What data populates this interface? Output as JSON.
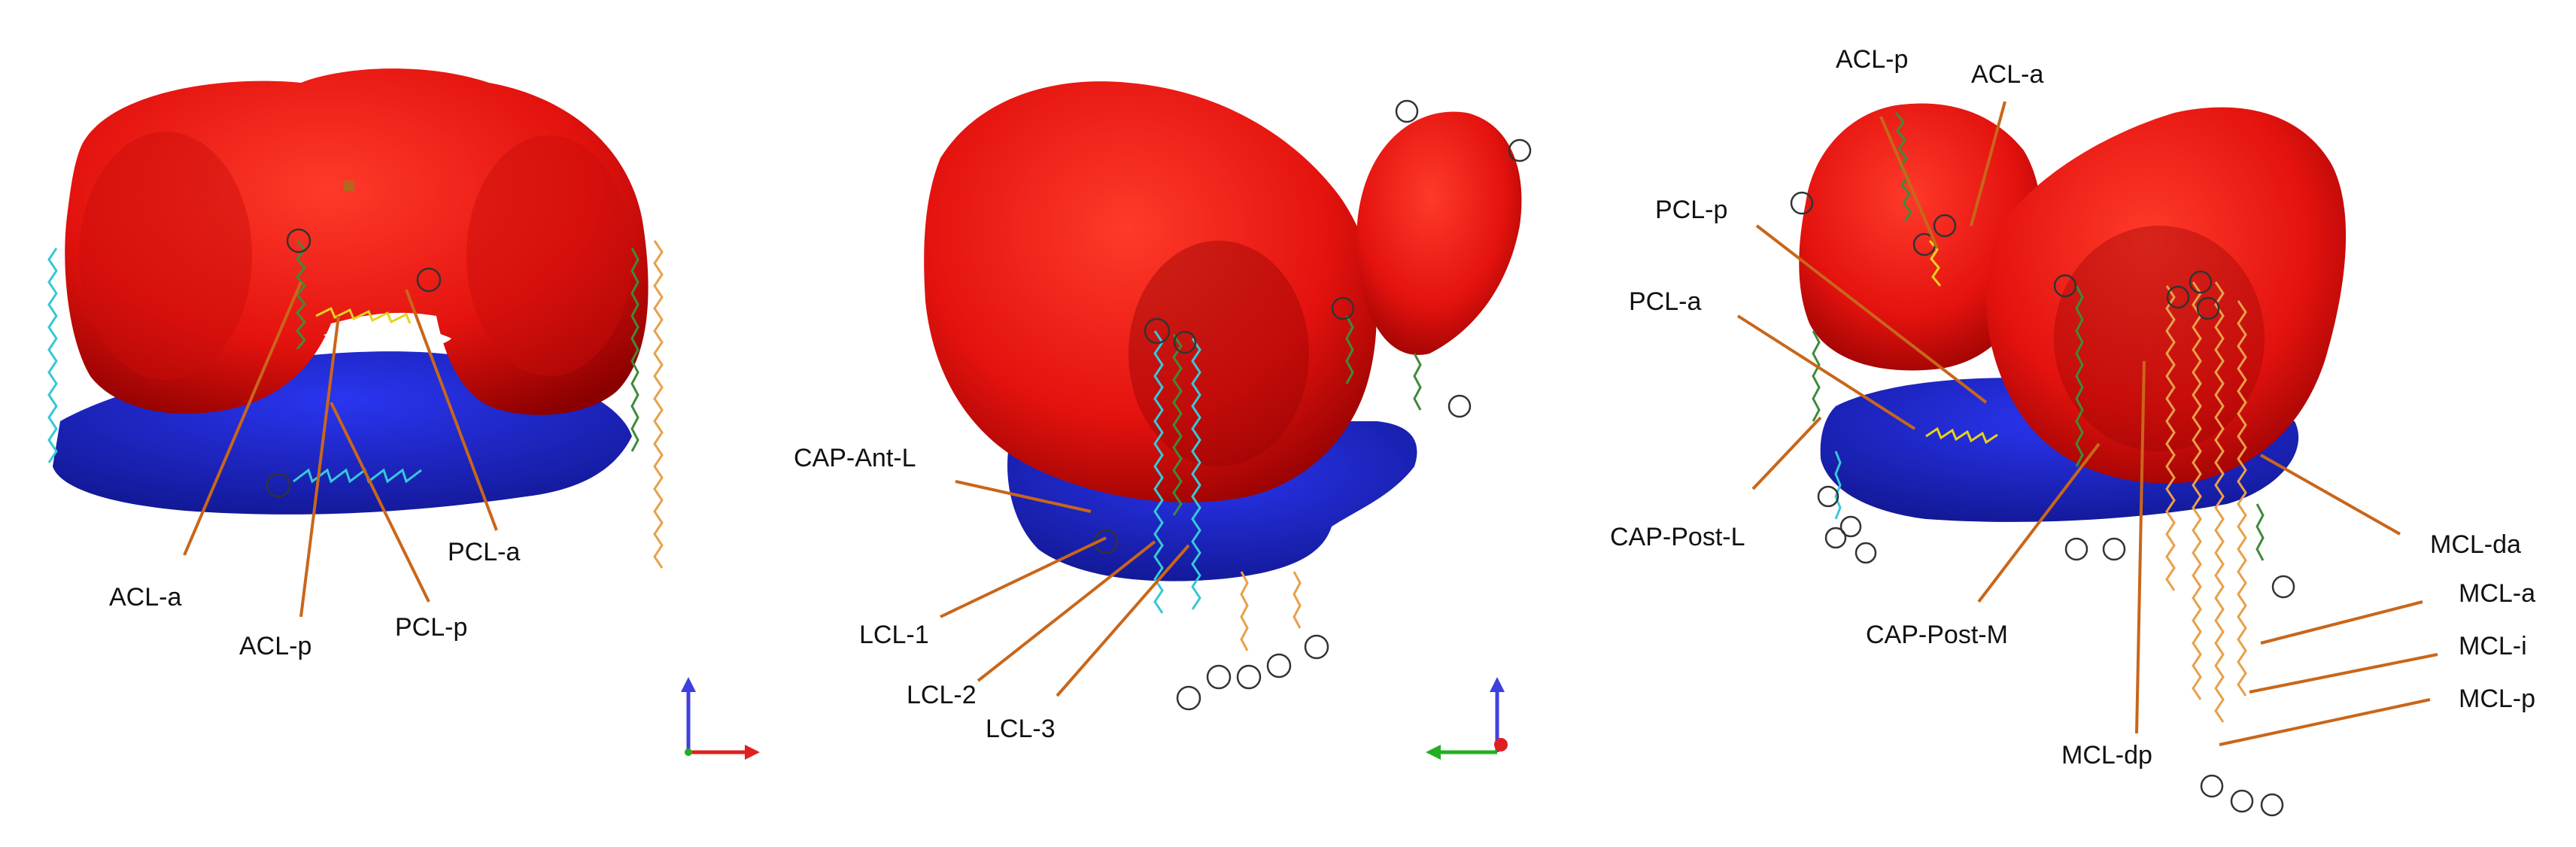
{
  "colors": {
    "femur": "#e3120e",
    "femur_shade": "#8a0000",
    "tibia": "#1a23d6",
    "pointer": "#c9661a",
    "ligament_cyan": "#37c8d8",
    "ligament_green": "#3f8a3a",
    "ligament_orange": "#e8a04a",
    "ligament_yellow": "#e6d21e",
    "axis_x": "#e02020",
    "axis_y": "#22b022",
    "axis_z": "#4040e0"
  },
  "views": [
    {
      "id": "anterior",
      "labels": {
        "acl_a": "ACL-a",
        "acl_p": "ACL-p",
        "pcl_p": "PCL-p",
        "pcl_a": "PCL-a"
      },
      "axis_icons": [
        "x-axis-arrow",
        "z-axis-arrow"
      ]
    },
    {
      "id": "lateral",
      "labels": {
        "cap_ant_l": "CAP-Ant-L",
        "lcl_1": "LCL-1",
        "lcl_2": "LCL-2",
        "lcl_3": "LCL-3"
      },
      "axis_icons": [
        "y-axis-arrow",
        "z-axis-arrow"
      ]
    },
    {
      "id": "posterior",
      "labels": {
        "acl_p": "ACL-p",
        "acl_a": "ACL-a",
        "pcl_p": "PCL-p",
        "pcl_a": "PCL-a",
        "cap_post_l": "CAP-Post-L",
        "cap_post_m": "CAP-Post-M",
        "mcl_dp": "MCL-dp",
        "mcl_da": "MCL-da",
        "mcl_a": "MCL-a",
        "mcl_i": "MCL-i",
        "mcl_p": "MCL-p"
      }
    }
  ]
}
